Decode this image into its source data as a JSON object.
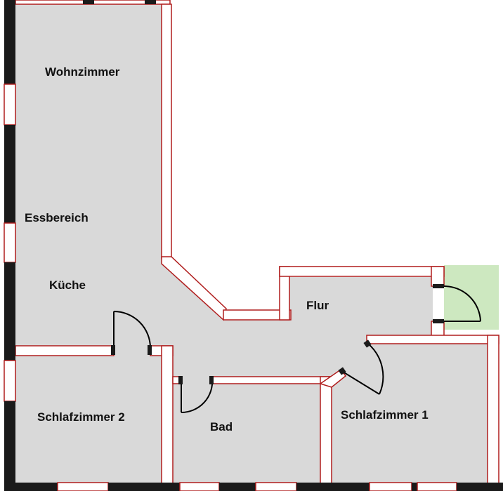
{
  "colors": {
    "floor": "#d9d9d9",
    "outer_wall": "#1a1a1a",
    "wall_outline": "#b01e1e",
    "terrace": "#cde8c0",
    "door_swing": "#000000",
    "background": "#ffffff"
  },
  "rooms": {
    "wohnzimmer": "Wohnzimmer",
    "essbereich": "Essbereich",
    "kueche": "Küche",
    "flur": "Flur",
    "schlafzimmer2": "Schlafzimmer 2",
    "bad": "Bad",
    "schlafzimmer1": "Schlafzimmer 1"
  }
}
